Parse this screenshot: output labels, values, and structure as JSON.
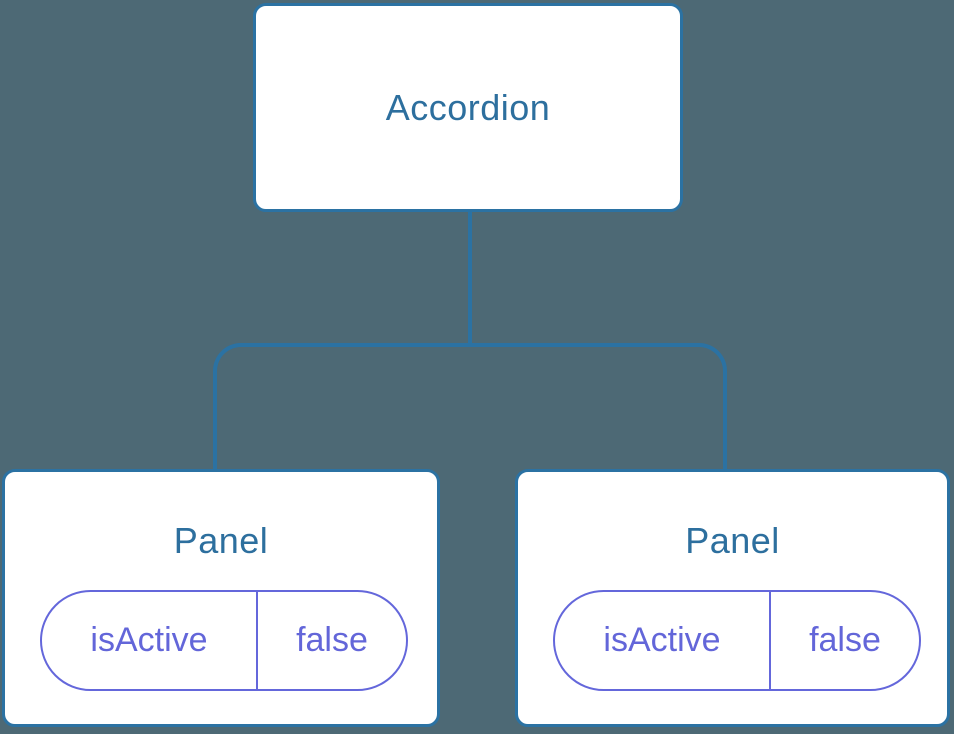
{
  "tree": {
    "root": {
      "label": "Accordion"
    },
    "children": [
      {
        "label": "Panel",
        "state": {
          "name": "isActive",
          "value": "false"
        }
      },
      {
        "label": "Panel",
        "state": {
          "name": "isActive",
          "value": "false"
        }
      }
    ]
  },
  "colors": {
    "background": "#4d6975",
    "node_fill": "#ffffff",
    "node_border": "#2b72a3",
    "node_label_text": "#2d6f9e",
    "connector": "#2b72a3",
    "state_text": "#6366d9",
    "state_border": "#6467db"
  }
}
